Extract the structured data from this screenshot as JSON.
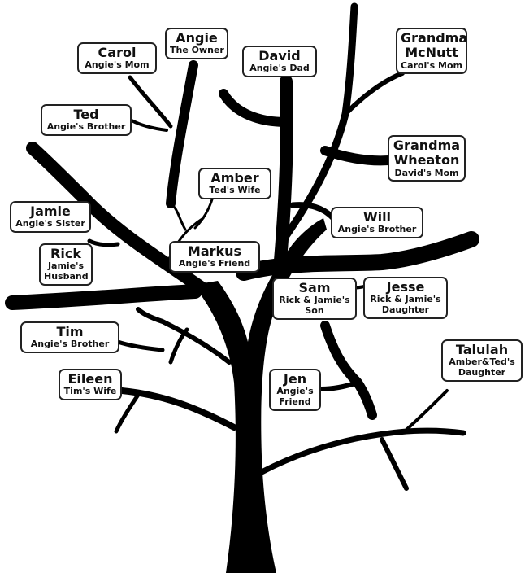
{
  "people": {
    "carol": {
      "name": "Carol",
      "role": "Angie's Mom"
    },
    "angie": {
      "name": "Angie",
      "role": "The Owner"
    },
    "david": {
      "name": "David",
      "role": "Angie's Dad"
    },
    "mcnutt": {
      "name_l1": "Grandma",
      "name_l2": "McNutt",
      "role": "Carol's Mom"
    },
    "ted": {
      "name": "Ted",
      "role": "Angie's Brother"
    },
    "wheaton": {
      "name_l1": "Grandma",
      "name_l2": "Wheaton",
      "role": "David's Mom"
    },
    "amber": {
      "name": "Amber",
      "role": "Ted's Wife"
    },
    "jamie": {
      "name": "Jamie",
      "role": "Angie's Sister"
    },
    "will": {
      "name": "Will",
      "role": "Angie's Brother"
    },
    "rick": {
      "name": "Rick",
      "role_l1": "Jamie's",
      "role_l2": "Husband"
    },
    "markus": {
      "name": "Markus",
      "role": "Angie's Friend"
    },
    "sam": {
      "name": "Sam",
      "role_l1": "Rick & Jamie's",
      "role_l2": "Son"
    },
    "jesse": {
      "name": "Jesse",
      "role_l1": "Rick & Jamie's",
      "role_l2": "Daughter"
    },
    "tim": {
      "name": "Tim",
      "role": "Angie's Brother"
    },
    "talulah": {
      "name": "Talulah",
      "role_l1": "Amber&Ted's",
      "role_l2": "Daughter"
    },
    "eileen": {
      "name": "Eileen",
      "role": "Tim's Wife"
    },
    "jen": {
      "name": "Jen",
      "role_l1": "Angie's",
      "role_l2": "Friend"
    }
  }
}
